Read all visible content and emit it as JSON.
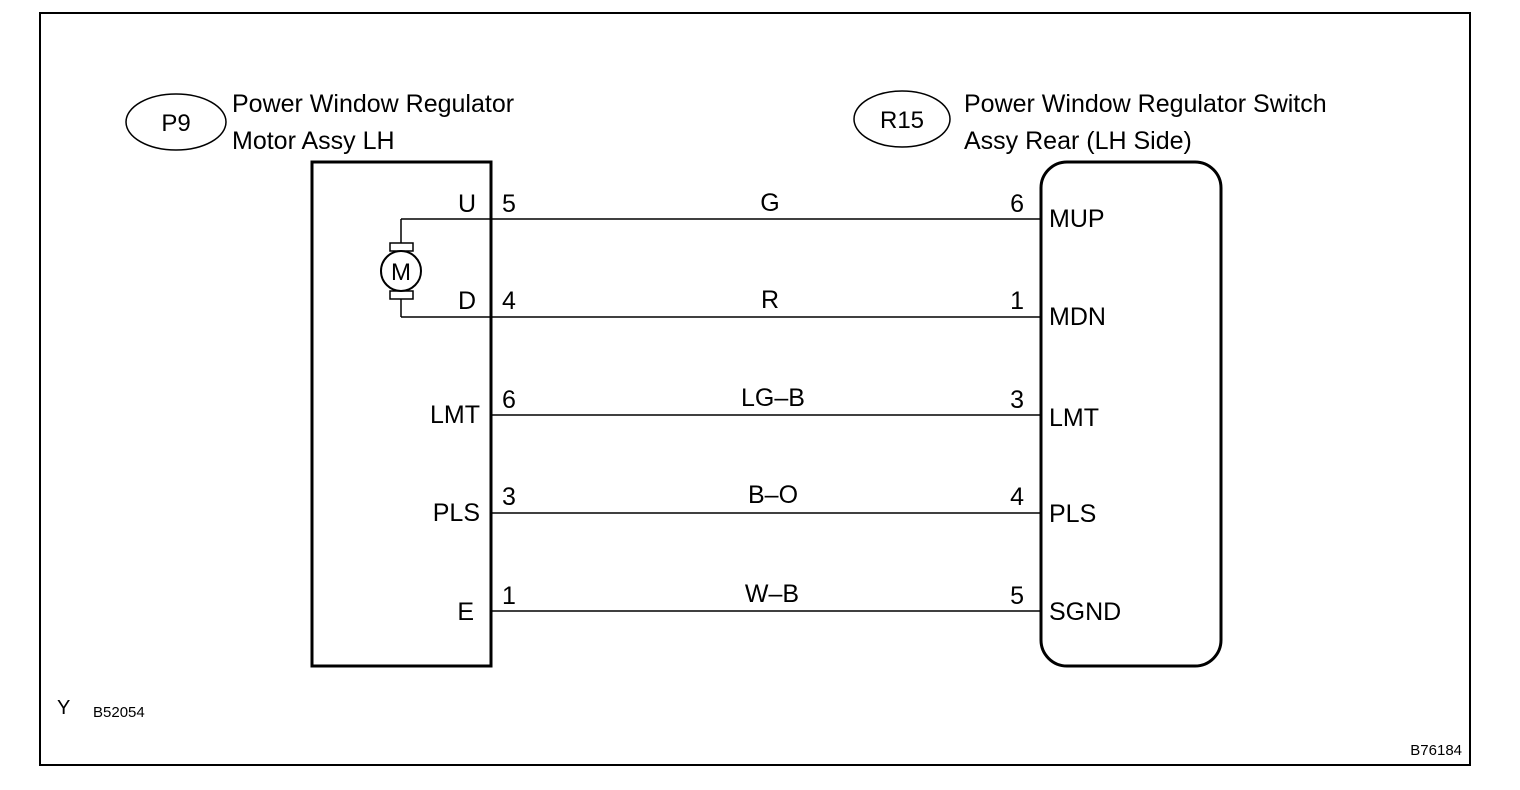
{
  "left_component": {
    "code": "P9",
    "name_line1": "Power Window Regulator",
    "name_line2": "Motor Assy LH",
    "motor_symbol": "M"
  },
  "right_component": {
    "code": "R15",
    "name_line1": "Power Window Regulator Switch",
    "name_line2": "Assy Rear (LH Side)"
  },
  "wires": [
    {
      "left_terminal": "U",
      "left_pin": "5",
      "color": "G",
      "right_pin": "6",
      "right_terminal": "MUP"
    },
    {
      "left_terminal": "D",
      "left_pin": "4",
      "color": "R",
      "right_pin": "1",
      "right_terminal": "MDN"
    },
    {
      "left_terminal": "LMT",
      "left_pin": "6",
      "color": "LG–B",
      "right_pin": "3",
      "right_terminal": "LMT"
    },
    {
      "left_terminal": "PLS",
      "left_pin": "3",
      "color": "B–O",
      "right_pin": "4",
      "right_terminal": "PLS"
    },
    {
      "left_terminal": "E",
      "left_pin": "1",
      "color": "W–B",
      "right_pin": "5",
      "right_terminal": "SGND"
    }
  ],
  "footer": {
    "letter": "Y",
    "code_left": "B52054",
    "code_right": "B76184"
  }
}
